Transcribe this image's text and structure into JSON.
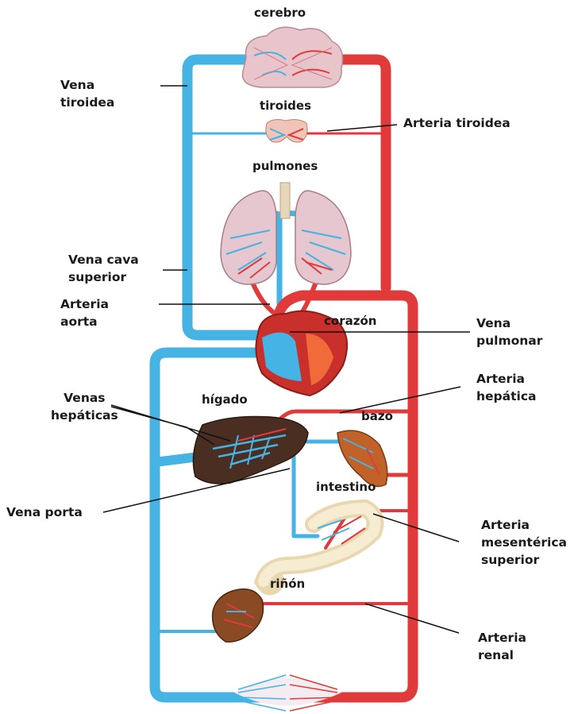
{
  "labels": {
    "cerebro": "cerebro",
    "tiroides": "tiroides",
    "pulmones": "pulmones",
    "corazon": "corazón",
    "higado": "hígado",
    "bazo": "bazo",
    "intestino": "intestino",
    "rinon": "riñón",
    "vena_tiroidea_1": "Vena",
    "vena_tiroidea_2": "tiroidea",
    "arteria_tiroidea": "Arteria tiroidea",
    "vena_cava_1": "Vena cava",
    "vena_cava_2": "superior",
    "arteria_aorta_1": "Arteria",
    "arteria_aorta_2": "aorta",
    "vena_pulmonar_1": "Vena",
    "vena_pulmonar_2": "pulmonar",
    "venas_hepaticas_1": "Venas",
    "venas_hepaticas_2": "hepáticas",
    "arteria_hepatica_1": "Arteria",
    "arteria_hepatica_2": "hepática",
    "vena_porta": "Vena porta",
    "arteria_mesenterica_1": "Arteria",
    "arteria_mesenterica_2": "mesentérica",
    "arteria_mesenterica_3": "superior",
    "arteria_renal_1": "Arteria",
    "arteria_renal_2": "renal"
  },
  "colors": {
    "vein": "#45b3e3",
    "artery": "#e03a3a",
    "heart": "#c9302c",
    "liver": "#4a2e22",
    "spleen": "#c0622a",
    "kidney": "#8a4a24",
    "intestine": "#f1e4c4",
    "lung": "#e6c6cf"
  }
}
